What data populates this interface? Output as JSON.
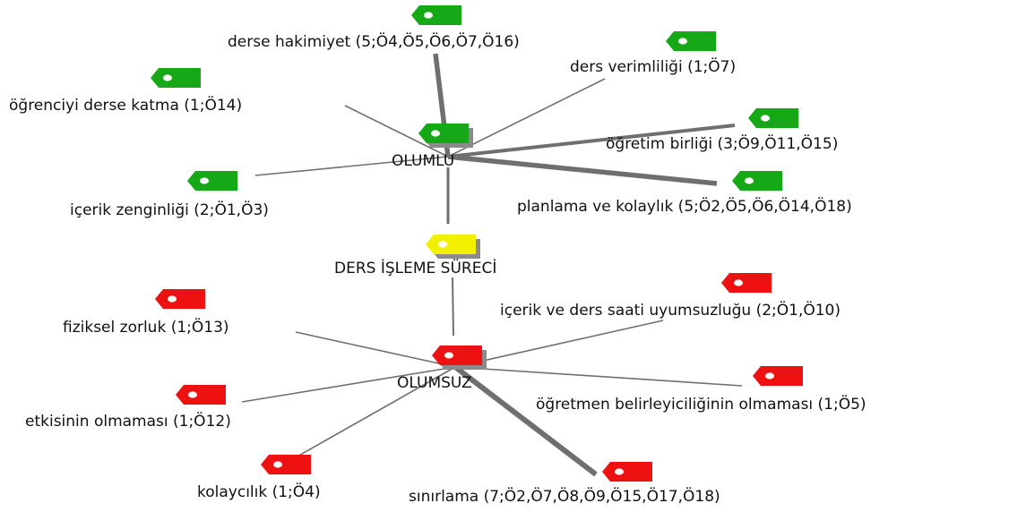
{
  "colors": {
    "positive": "#17a817",
    "central": "#f3ef00",
    "negative": "#ee1111",
    "link": "#6f6f6f"
  },
  "central": {
    "label": "DERS İŞLEME SÜRECİ",
    "icon": "tag-icon"
  },
  "hubs": {
    "positive": {
      "label": "OLUMLU",
      "icon": "tag-icon"
    },
    "negative": {
      "label": "OLUMSUZ",
      "icon": "tag-icon"
    }
  },
  "positive_codes": [
    {
      "label": "derse hakimiyet (5;Ö4,Ö5,Ö6,Ö7,Ö16)",
      "frequency": 5
    },
    {
      "label": "ders verimliliği (1;Ö7)",
      "frequency": 1
    },
    {
      "label": "öğrenciyi derse katma (1;Ö14)",
      "frequency": 1
    },
    {
      "label": "öğretim birliği (3;Ö9,Ö11,Ö15)",
      "frequency": 3
    },
    {
      "label": "içerik zenginliği (2;Ö1,Ö3)",
      "frequency": 2
    },
    {
      "label": "planlama ve kolaylık (5;Ö2,Ö5,Ö6,Ö14,Ö18)",
      "frequency": 5
    }
  ],
  "negative_codes": [
    {
      "label": "fiziksel zorluk (1;Ö13)",
      "frequency": 1
    },
    {
      "label": "içerik ve ders saati uyumsuzluğu (2;Ö1,Ö10)",
      "frequency": 2
    },
    {
      "label": "öğretmen belirleyiciliğinin olmaması (1;Ö5)",
      "frequency": 1
    },
    {
      "label": "etkisinin olmaması (1;Ö12)",
      "frequency": 1
    },
    {
      "label": "kolaycılık (1;Ö4)",
      "frequency": 1
    },
    {
      "label": "sınırlama (7;Ö2,Ö7,Ö8,Ö9,Ö15,Ö17,Ö18)",
      "frequency": 7
    }
  ]
}
